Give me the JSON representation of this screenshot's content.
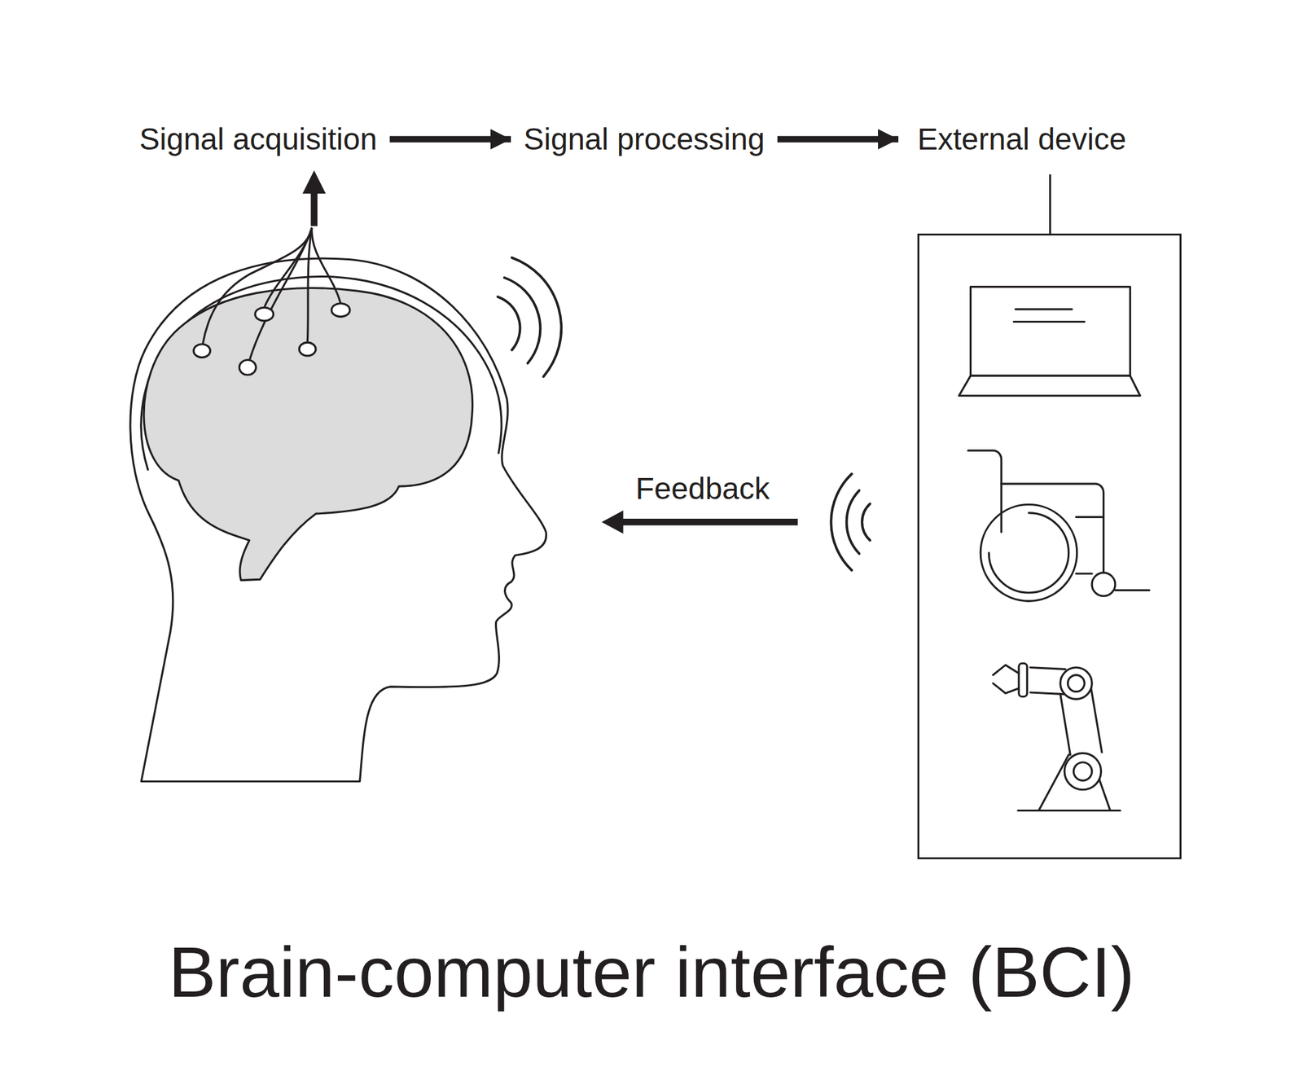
{
  "diagram": {
    "title": "Brain-computer interface (BCI)",
    "nodes": [
      {
        "text": [
          "Signal acquisition"
        ]
      },
      {
        "text": [
          "Signal processing"
        ]
      },
      {
        "text": [
          "External device"
        ]
      }
    ],
    "edges": [
      {
        "from": 0,
        "to": 1,
        "arrow": "to"
      },
      {
        "from": 1,
        "to": 2,
        "arrow": "to"
      }
    ],
    "labels": [
      "Feedback"
    ]
  }
}
